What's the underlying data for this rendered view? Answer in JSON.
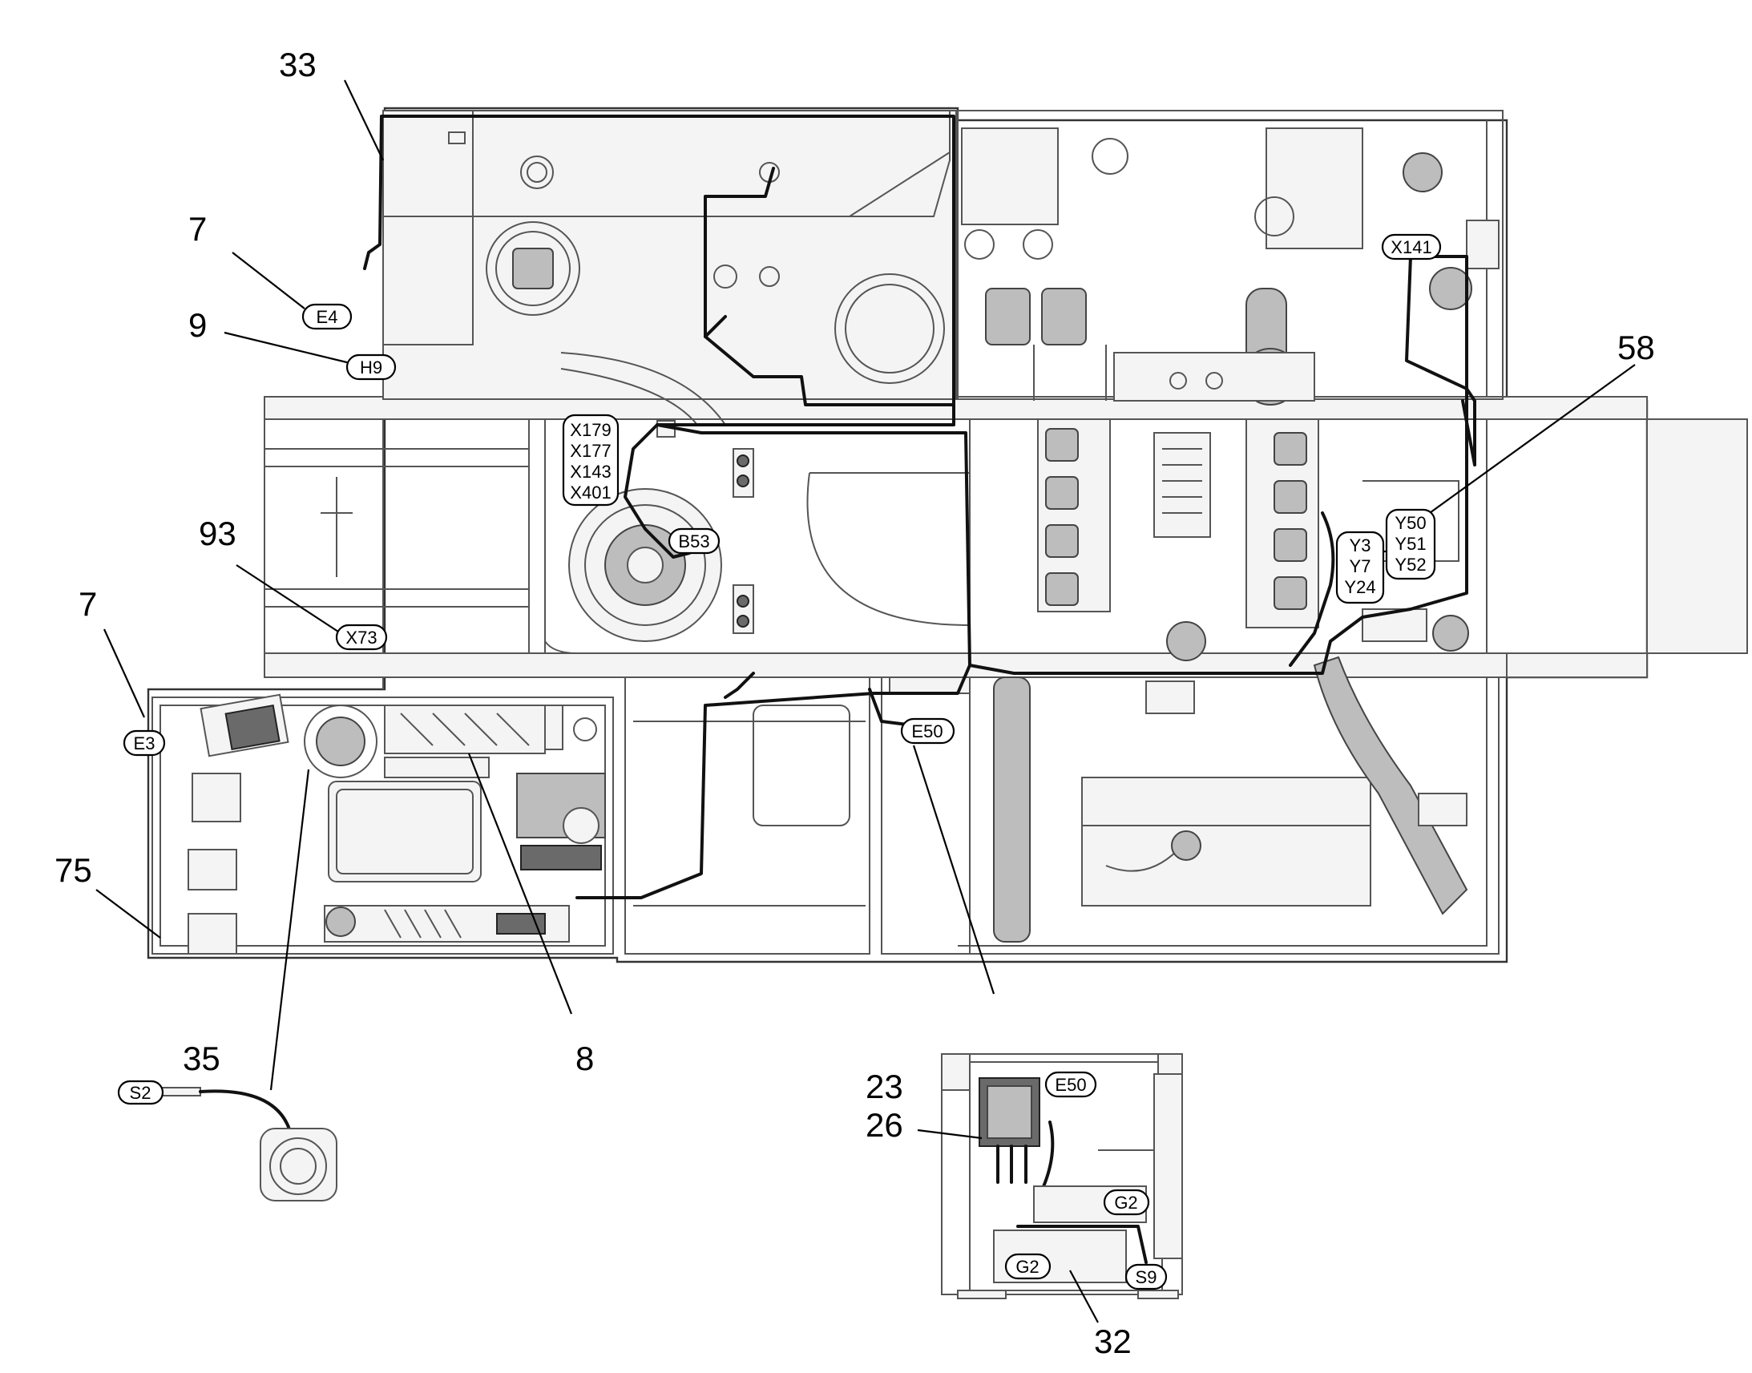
{
  "callouts": {
    "c33": "33",
    "c7a": "7",
    "c9": "9",
    "c93": "93",
    "c7b": "7",
    "c75": "75",
    "c35": "35",
    "c8": "8",
    "c58": "58",
    "c23": "23",
    "c26": "26",
    "c32": "32"
  },
  "tags": {
    "E4": "E4",
    "H9": "H9",
    "X73": "X73",
    "E3": "E3",
    "S2": "S2",
    "B53": "B53",
    "E50_main": "E50",
    "E50_detail": "E50",
    "X141": "X141",
    "G2_upper": "G2",
    "G2_lower": "G2",
    "S9": "S9",
    "x_group": [
      "X179",
      "X177",
      "X143",
      "X401"
    ],
    "y_left": [
      "Y3",
      "Y7",
      "Y24"
    ],
    "y_right": [
      "Y50",
      "Y51",
      "Y52"
    ]
  }
}
